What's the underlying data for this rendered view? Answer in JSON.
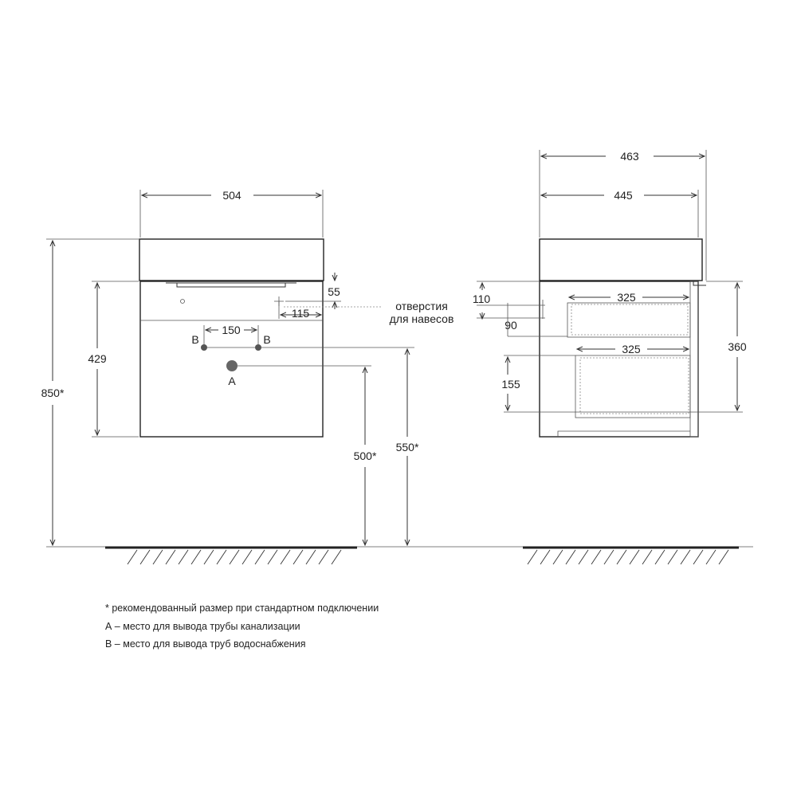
{
  "front_view": {
    "width_label": "504",
    "total_height_label": "850*",
    "cabinet_height_label": "429",
    "hole_offset_label": "55",
    "hole_side_label": "115",
    "supply_spacing_label": "150",
    "supply_left_label": "B",
    "supply_right_label": "B",
    "drain_label": "A",
    "drain_height_label": "500*",
    "supply_height_label": "550*",
    "hanging_holes_line1": "отверстия",
    "hanging_holes_line2": "для навесов"
  },
  "side_view": {
    "depth_total_label": "463",
    "depth_body_label": "445",
    "hole_110_label": "110",
    "hole_90_label": "90",
    "drawer_top_depth_label": "325",
    "drawer_bottom_depth_label": "325",
    "drawer_height_label": "155",
    "body_height_label": "360"
  },
  "notes": {
    "asterisk": "* рекомендованный размер при стандартном подключении",
    "a": "А – место для вывода трубы канализации",
    "b": "В – место для вывода труб водоснабжения"
  }
}
